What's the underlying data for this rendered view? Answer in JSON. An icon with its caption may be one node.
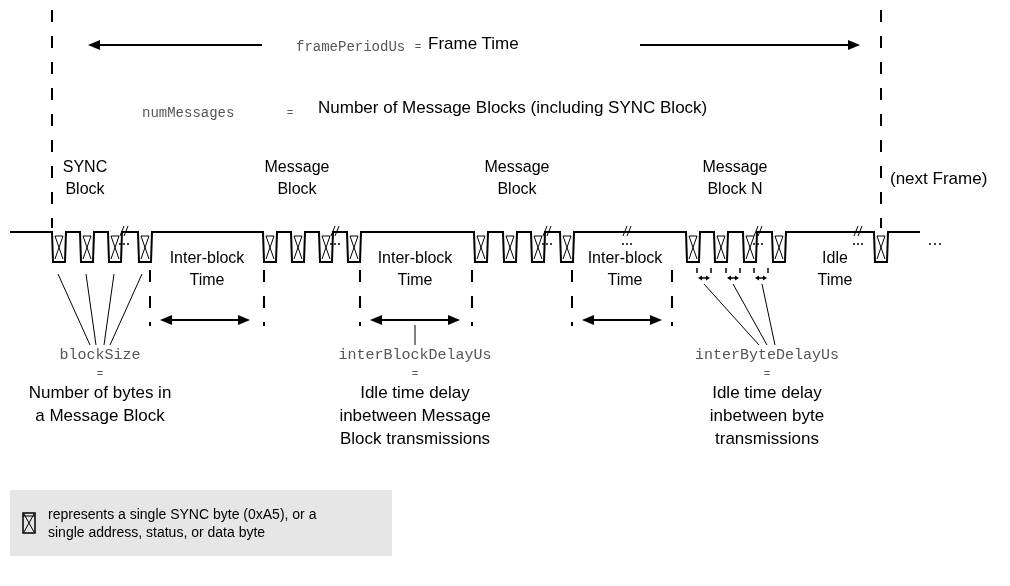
{
  "diagram": {
    "nodes": [
      {
        "text": [
          "blockSize",
          "=",
          "Number of bytes in a Message Block"
        ]
      },
      {
        "text": [
          "interBlockDelayUs",
          "=",
          "Idle time delay inbetween Message Block transmissions"
        ]
      },
      {
        "text": [
          "interByteDelayUs",
          "=",
          "Idle time delay inbetween byte transmissions"
        ]
      }
    ],
    "edges": [
      {
        "from": 0,
        "to": null,
        "arrow": "none"
      },
      {
        "from": 0,
        "to": null,
        "arrow": "none"
      },
      {
        "from": 0,
        "to": null,
        "arrow": "none"
      },
      {
        "from": 0,
        "to": null,
        "arrow": "none"
      },
      {
        "from": 1,
        "to": null,
        "arrow": "none"
      },
      {
        "from": 2,
        "to": null,
        "arrow": "none"
      },
      {
        "from": 2,
        "to": null,
        "arrow": "none"
      },
      {
        "from": 2,
        "to": null,
        "arrow": "none"
      }
    ],
    "labels": [
      "framePeriodUs",
      "=",
      "Frame Time",
      "numMessages",
      "=",
      "Number of Message Blocks (including SYNC Block)",
      "SYNC Block",
      "Message Block",
      "Message Block",
      "Message Block N",
      "(next Frame)",
      "Inter-block Time",
      "Inter-block Time",
      "Inter-block Time",
      "Idle Time"
    ],
    "legend": [
      {
        "text": "represents a single SYNC byte (0xA5), or a single address, status, or data byte"
      }
    ]
  }
}
